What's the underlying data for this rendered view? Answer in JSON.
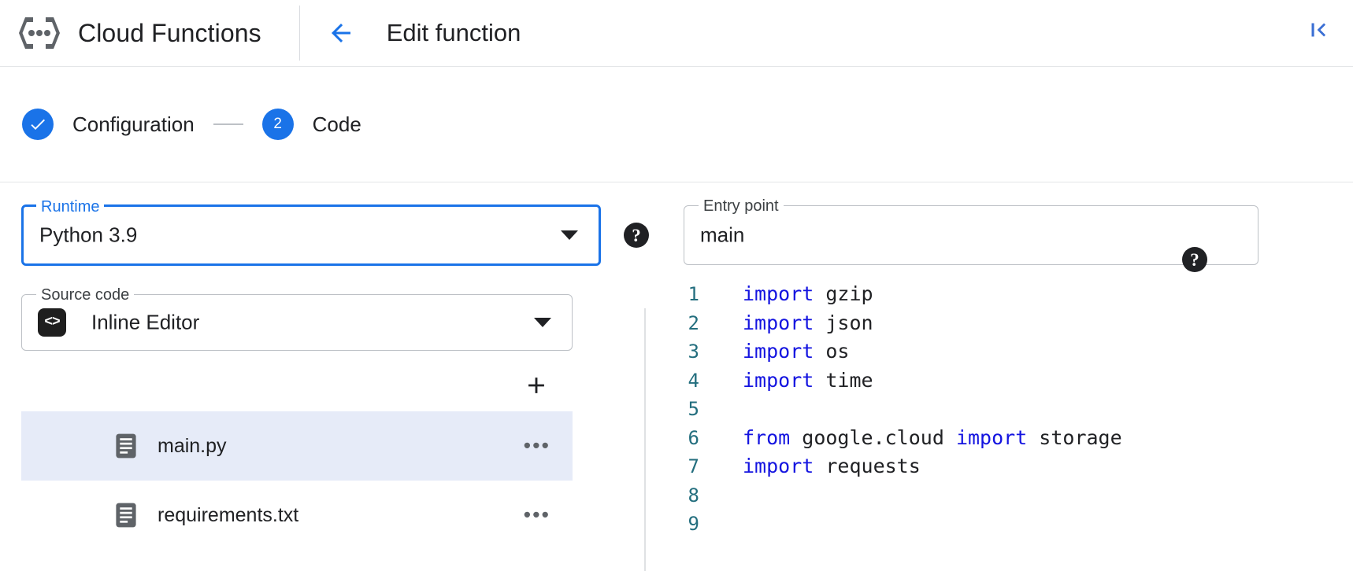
{
  "header": {
    "product_logo_icon": "cloud-functions-icon",
    "product_title": "Cloud Functions",
    "back_icon": "back-arrow-icon",
    "page_heading": "Edit function",
    "collapse_icon": "collapse-panel-icon"
  },
  "stepper": {
    "steps": [
      {
        "marker": "✓",
        "label": "Configuration",
        "state": "complete"
      },
      {
        "marker": "2",
        "label": "Code",
        "state": "active"
      }
    ]
  },
  "form": {
    "runtime": {
      "label": "Runtime",
      "value": "Python 3.9",
      "focused": true,
      "caret_icon": "chevron-down-icon",
      "help_icon": "help-icon",
      "help_glyph": "?"
    },
    "entry_point": {
      "label": "Entry point",
      "value": "main",
      "placeholder": "main",
      "help_icon": "help-icon",
      "help_glyph": "?"
    },
    "source_code": {
      "label": "Source code",
      "value": "Inline Editor",
      "badge_icon": "code-brackets-icon",
      "badge_glyph": "<>",
      "caret_icon": "chevron-down-icon"
    }
  },
  "files": {
    "add_icon": "plus-icon",
    "add_glyph": "+",
    "menu_glyph": "•••",
    "items": [
      {
        "name": "main.py",
        "icon": "file-icon",
        "selected": true
      },
      {
        "name": "requirements.txt",
        "icon": "file-icon",
        "selected": false
      }
    ]
  },
  "editor": {
    "lines": [
      {
        "number": "1",
        "tokens": [
          {
            "t": "import",
            "k": true
          },
          {
            "t": " gzip",
            "k": false
          }
        ]
      },
      {
        "number": "2",
        "tokens": [
          {
            "t": "import",
            "k": true
          },
          {
            "t": " json",
            "k": false
          }
        ]
      },
      {
        "number": "3",
        "tokens": [
          {
            "t": "import",
            "k": true
          },
          {
            "t": " os",
            "k": false
          }
        ]
      },
      {
        "number": "4",
        "tokens": [
          {
            "t": "import",
            "k": true
          },
          {
            "t": " time",
            "k": false
          }
        ]
      },
      {
        "number": "5",
        "tokens": []
      },
      {
        "number": "6",
        "tokens": [
          {
            "t": "from",
            "k": true
          },
          {
            "t": " google.cloud ",
            "k": false
          },
          {
            "t": "import",
            "k": true
          },
          {
            "t": " storage",
            "k": false
          }
        ]
      },
      {
        "number": "7",
        "tokens": [
          {
            "t": "import",
            "k": true
          },
          {
            "t": " requests",
            "k": false
          }
        ]
      },
      {
        "number": "8",
        "tokens": []
      },
      {
        "number": "9",
        "tokens": []
      }
    ]
  },
  "colors": {
    "accent_blue": "#1a73e8",
    "keyword_blue": "#1414e0",
    "line_number_teal": "#236e7e",
    "selected_row_bg": "#e6ebf8",
    "border_gray": "#bdc1c6",
    "text_primary": "#202124"
  }
}
